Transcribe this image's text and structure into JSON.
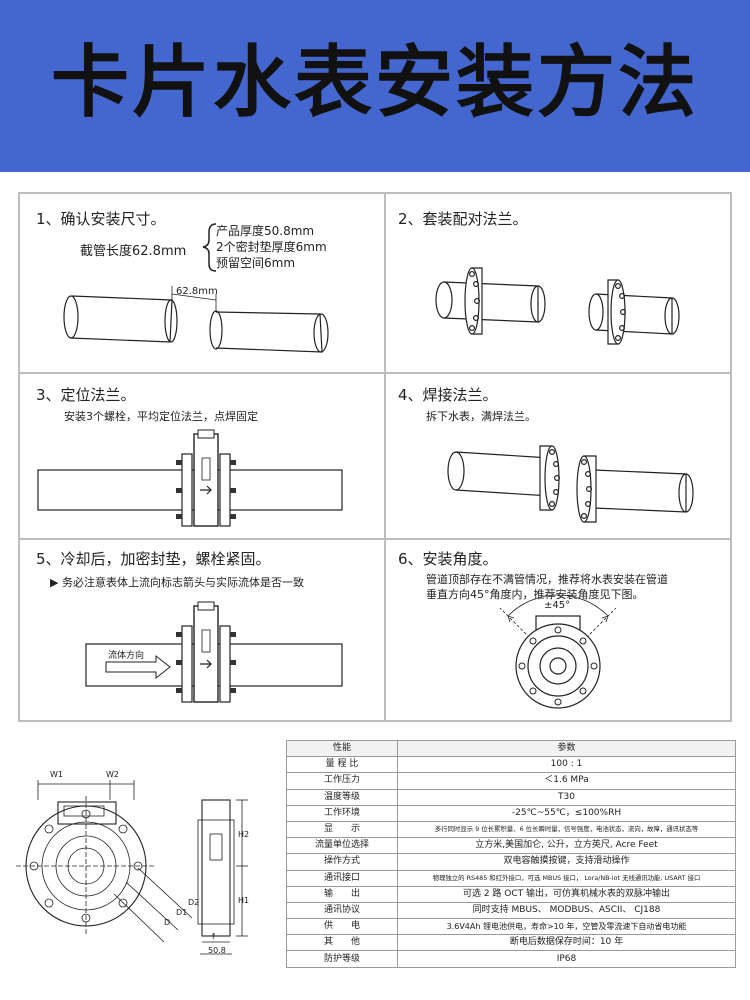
{
  "title": "卡片水表安装方法",
  "steps": [
    {
      "title": "1、确认安装尺寸。",
      "cut_label": "截管长度62.8mm",
      "items": [
        "产品厚度50.8mm",
        "2个密封垫厚度6mm",
        "预留空间6mm"
      ],
      "dim": "62.8mm"
    },
    {
      "title": "2、套装配对法兰。"
    },
    {
      "title": "3、定位法兰。",
      "desc": "安装3个螺栓，平均定位法兰，点焊固定"
    },
    {
      "title": "4、焊接法兰。",
      "desc": "拆下水表，满焊法兰。"
    },
    {
      "title": "5、冷却后，加密封垫，螺栓紧固。",
      "desc": "▶ 务必注意表体上流向标志箭头与实际流体是否一致",
      "flow_label": "流体方向"
    },
    {
      "title": "6、安装角度。",
      "desc_lines": [
        "管道顶部存在不满管情况，推荐将水表安装在管道",
        "垂直方向45°角度内，推荐安装角度见下图。"
      ],
      "angle_label": "±45°"
    }
  ],
  "drawing": {
    "w1": "W1",
    "w2": "W2",
    "h1": "H1",
    "h2": "H2",
    "d": "D",
    "d1": "D1",
    "d2": "D2",
    "thk": "50.8",
    "f": "f"
  },
  "spec": {
    "header": [
      "性能",
      "参数"
    ],
    "rows": [
      [
        "量 程 比",
        "100 : 1"
      ],
      [
        "工作压力",
        "＜1.6 MPa"
      ],
      [
        "温度等级",
        "T30"
      ],
      [
        "工作环境",
        "-25℃~55℃，≤100%RH"
      ],
      [
        "显　　示",
        "多行同时显示 9 位长累积量、6 位长瞬时量，信号强度，电池状态，流向，故障，通讯状态等"
      ],
      [
        "流量单位选择",
        "立方米,美国加仑, 公升，立方英尺, Acre Feet"
      ],
      [
        "操作方式",
        "双电容触摸按键，支持滑动操作"
      ],
      [
        "通讯接口",
        "物理独立的 RS485 和红外接口，可选 MBUS 接口， Lora/NB-iot 无线通讯功能, USART 接口"
      ],
      [
        "输　　出",
        "可选 2 路 OCT 输出，可仿真机械水表的双脉冲输出"
      ],
      [
        "通讯协议",
        "同时支持 MBUS、 MODBUS、ASCII、 CJ188"
      ],
      [
        "供　　电",
        "3.6V4Ah 锂电池供电，寿命>10 年，空管及零流速下自动省电功能"
      ],
      [
        "其　　他",
        "断电后数据保存时间：10 年"
      ],
      [
        "防护等级",
        "IP68"
      ]
    ]
  }
}
